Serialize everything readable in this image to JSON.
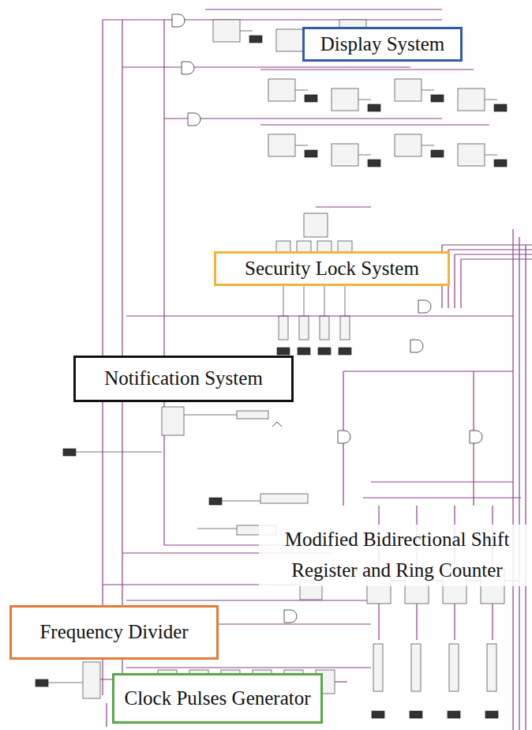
{
  "diagram": {
    "nodes": [
      {
        "text": [
          "Display System"
        ]
      },
      {
        "text": [
          "Security Lock System"
        ]
      },
      {
        "text": [
          "Notification System"
        ]
      },
      {
        "text": [
          "Frequency Divider"
        ]
      },
      {
        "text": [
          "Clock Pulses Generator"
        ]
      }
    ],
    "labels": [
      "Modified Bidirectional Shift Register and Ring Counter"
    ]
  }
}
